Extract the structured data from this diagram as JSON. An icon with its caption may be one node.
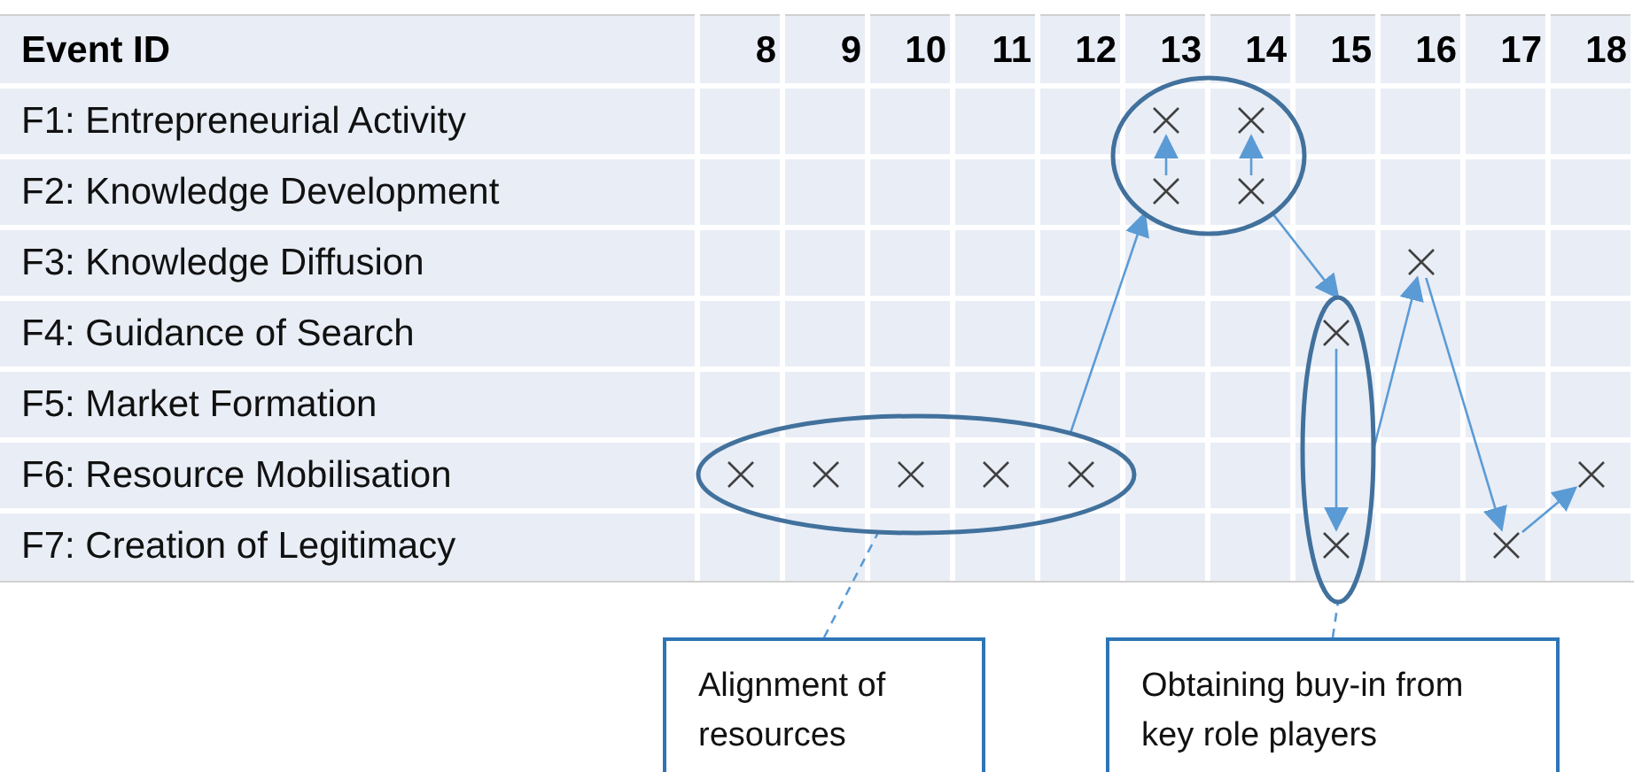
{
  "diagram": {
    "nodes": [
      {
        "text": [],
        "shape": "ellipse"
      },
      {
        "text": [],
        "shape": "cross",
        "in": 0
      },
      {
        "text": [],
        "shape": "cross",
        "in": 0
      },
      {
        "text": [],
        "shape": "cross",
        "in": 0
      },
      {
        "text": [],
        "shape": "cross",
        "in": 0
      },
      {
        "text": [],
        "shape": "cross"
      },
      {
        "text": [],
        "shape": "ellipse"
      },
      {
        "text": [],
        "shape": "cross",
        "in": 6
      },
      {
        "text": [],
        "shape": "ellipse"
      },
      {
        "text": [],
        "shape": "cross",
        "in": 8
      },
      {
        "text": [],
        "shape": "cross",
        "in": 8
      },
      {
        "text": [],
        "shape": "cross",
        "in": 8
      },
      {
        "text": [],
        "shape": "cross",
        "in": 8
      },
      {
        "text": [],
        "shape": "cross",
        "in": 8
      },
      {
        "text": [],
        "shape": "cross"
      },
      {
        "text": [],
        "shape": "cross",
        "in": 6
      },
      {
        "text": [],
        "shape": "cross"
      },
      {
        "text": [
          "Alignment of resources"
        ]
      },
      {
        "text": [
          "Obtaining buy-in from key role players"
        ]
      }
    ],
    "edges": [
      {
        "from": 3,
        "to": 1,
        "arrow": "to"
      },
      {
        "from": 4,
        "to": 2,
        "arrow": "to"
      },
      {
        "from": 8,
        "to": 0,
        "arrow": "to"
      },
      {
        "from": 0,
        "to": 6,
        "arrow": "to"
      },
      {
        "from": 7,
        "to": 15,
        "arrow": "to"
      },
      {
        "from": 6,
        "to": 5,
        "arrow": "to"
      },
      {
        "from": 5,
        "to": 16,
        "arrow": "to"
      },
      {
        "from": 16,
        "to": 14,
        "arrow": "to"
      },
      {
        "from": 17,
        "to": 8,
        "arrow": "none",
        "style": "dashed"
      },
      {
        "from": 18,
        "to": 6,
        "arrow": "none",
        "style": "dashed"
      }
    ],
    "labels": [
      "Event ID",
      "8",
      "9",
      "10",
      "11",
      "12",
      "13",
      "14",
      "15",
      "16",
      "17",
      "18",
      "F1: Entrepreneurial Activity",
      "F2: Knowledge Development",
      "F3: Knowledge Diffusion",
      "F4: Guidance of Search",
      "F5: Market Formation",
      "F6: Resource Mobilisation",
      "F7: Creation of Legitimacy"
    ]
  }
}
